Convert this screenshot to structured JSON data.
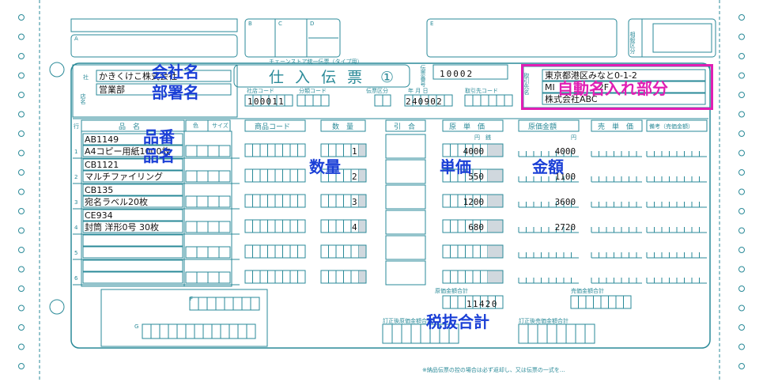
{
  "form": {
    "title": "仕 入 伝 票",
    "title_number": "①",
    "chain_note": "チェーンストア統一伝票（タイプ用）",
    "slip_no_label": "伝票番号",
    "slip_number": "10002",
    "box_a_label": "A",
    "box_b_label": "B",
    "box_c_label": "C",
    "box_d_label": "D",
    "box_e_label": "E",
    "box_f_label": "F",
    "box_g_label": "G",
    "side_label": "相殺区分",
    "company_label": "社",
    "store_label": "店名",
    "company_name": "かきくけこ株式会社",
    "department_name": "営業部",
    "company_code_label": "社店コード",
    "company_code": "100011",
    "class_code_label": "分類コード",
    "slip_type_label": "伝票区分",
    "date_label": "年 月 日",
    "date_value": "240902",
    "supplier_code_label": "取引先コード",
    "supplier_label": "取引先名",
    "supplier_address": "東京都港区みなと0-1-2",
    "supplier_line2_visible": "MI　　　　　2F",
    "supplier_name": "株式会社ABC",
    "col_row_label": "行",
    "col_item_label": "品　名",
    "col_color_label": "色",
    "col_size_label": "サイズ",
    "col_product_code_label": "商品コード",
    "col_qty_label": "数　量",
    "col_discount_label": "引　合",
    "col_unit_cost_label": "原　単　価",
    "col_cost_total_label": "原価金額",
    "col_sell_price_label": "売　単　価",
    "col_remarks_label": "備考（売価金額）",
    "yen_sen_label": "円　銭",
    "yen_label": "円",
    "total_cost_label": "原価金額合計",
    "total_cost_value": "11420",
    "total_sell_label": "売価金額合計",
    "corrected_cost_label": "訂正後原価金額合計",
    "corrected_sell_label": "訂正後売価金額合計",
    "footer_note": "※納品伝票の控の場合は必ず返却し、又は伝票の一式を…",
    "items": [
      {
        "row": "1",
        "code": "AB1149",
        "name": "A4コピー用紙1000枚",
        "qty": "1",
        "unit_cost": "4000",
        "amount": "4000"
      },
      {
        "row": "2",
        "code": "CB1121",
        "name": "マルチファイリング",
        "qty": "2",
        "unit_cost": "550",
        "amount": "1100"
      },
      {
        "row": "3",
        "code": "CB135",
        "name": "宛名ラベル20枚",
        "qty": "3",
        "unit_cost": "1200",
        "amount": "3600"
      },
      {
        "row": "4",
        "code": "CE934",
        "name": "封筒 洋形0号 30枚",
        "qty": "4",
        "unit_cost": "680",
        "amount": "2720"
      },
      {
        "row": "5",
        "code": "",
        "name": "",
        "qty": "",
        "unit_cost": "",
        "amount": ""
      },
      {
        "row": "6",
        "code": "",
        "name": "",
        "qty": "",
        "unit_cost": "",
        "amount": ""
      }
    ]
  },
  "overlay": {
    "company_name_label": "会社名",
    "department_label": "部署名",
    "item_code_label": "品番",
    "item_name_label": "品名",
    "qty_label": "数量",
    "unit_price_label": "単価",
    "amount_label": "金額",
    "subtotal_label": "税抜合計",
    "auto_name_label": "自動名入れ部分"
  },
  "colors": {
    "form_line": "#2a8a98",
    "overlay_blue": "#1a3fd6",
    "overlay_magenta": "#e01fb4",
    "shade": "#d0d8de"
  }
}
